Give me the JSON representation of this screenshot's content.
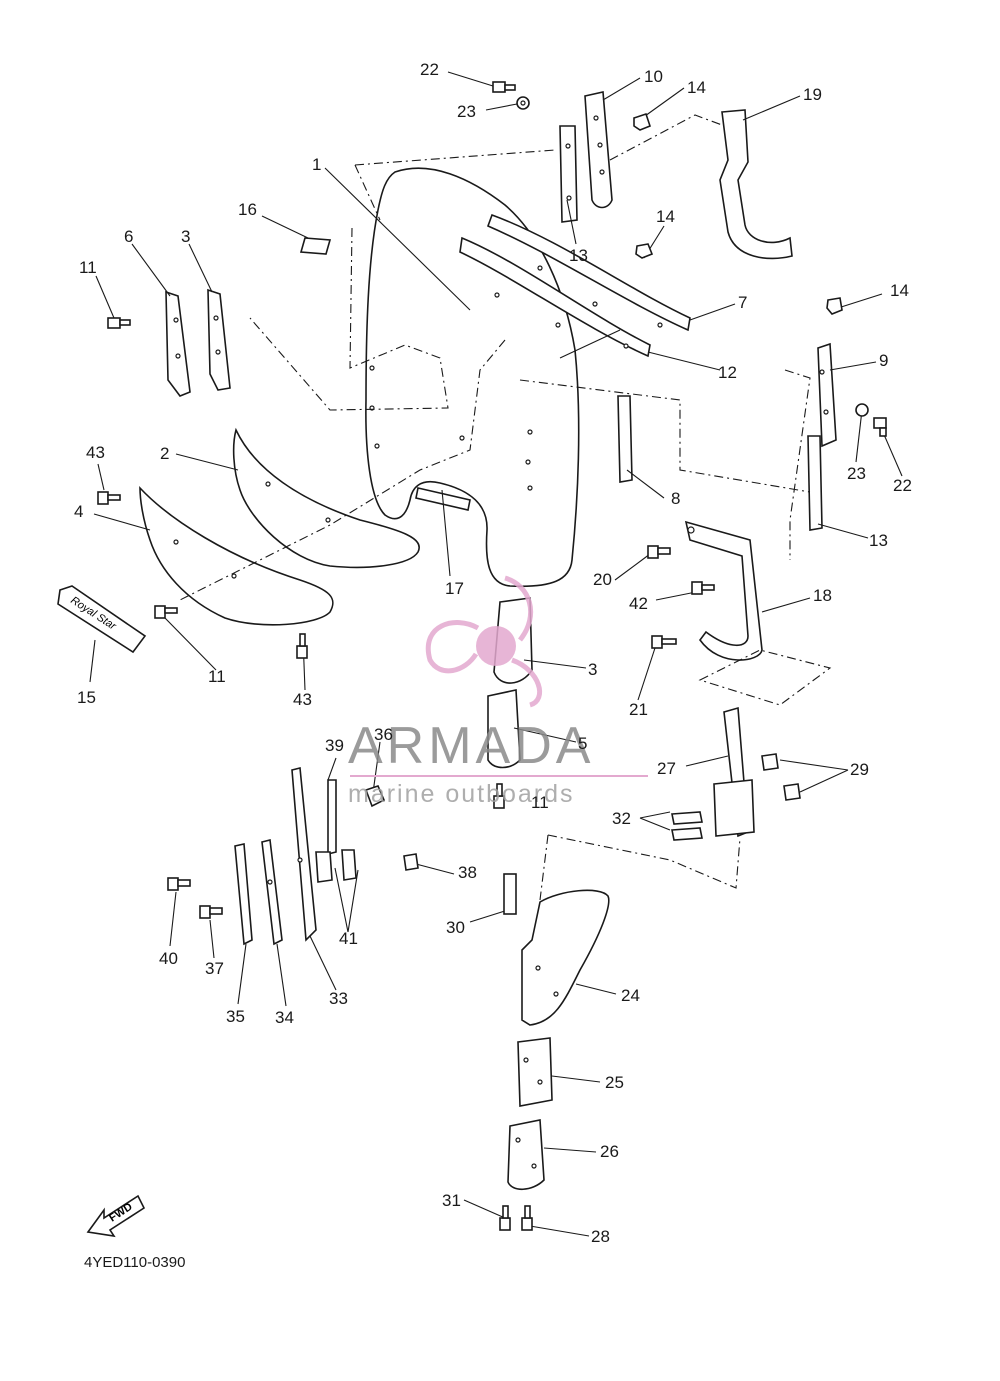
{
  "diagram_code": "4YED110-0390",
  "fwd_label": "FWD",
  "badge_text": "Royal Star",
  "watermark": {
    "title": "ARMADA",
    "subtitle": "marine outboards",
    "brand_color": "#e3a9cf"
  },
  "callouts": [
    {
      "id": "c22a",
      "text": "22"
    },
    {
      "id": "c23a",
      "text": "23"
    },
    {
      "id": "c10",
      "text": "10"
    },
    {
      "id": "c14a",
      "text": "14"
    },
    {
      "id": "c19",
      "text": "19"
    },
    {
      "id": "c1",
      "text": "1"
    },
    {
      "id": "c16",
      "text": "16"
    },
    {
      "id": "c13a",
      "text": "13"
    },
    {
      "id": "c14b",
      "text": "14"
    },
    {
      "id": "c6",
      "text": "6"
    },
    {
      "id": "c3a",
      "text": "3"
    },
    {
      "id": "c11a",
      "text": "11"
    },
    {
      "id": "c7",
      "text": "7"
    },
    {
      "id": "c14c",
      "text": "14"
    },
    {
      "id": "c9",
      "text": "9"
    },
    {
      "id": "c12",
      "text": "12"
    },
    {
      "id": "c43a",
      "text": "43"
    },
    {
      "id": "c2",
      "text": "2"
    },
    {
      "id": "c23b",
      "text": "23"
    },
    {
      "id": "c22b",
      "text": "22"
    },
    {
      "id": "c8",
      "text": "8"
    },
    {
      "id": "c4",
      "text": "4"
    },
    {
      "id": "c13b",
      "text": "13"
    },
    {
      "id": "c17",
      "text": "17"
    },
    {
      "id": "c20",
      "text": "20"
    },
    {
      "id": "c42",
      "text": "42"
    },
    {
      "id": "c18",
      "text": "18"
    },
    {
      "id": "c3b",
      "text": "3"
    },
    {
      "id": "c15",
      "text": "15"
    },
    {
      "id": "c11b",
      "text": "11"
    },
    {
      "id": "c43b",
      "text": "43"
    },
    {
      "id": "c21",
      "text": "21"
    },
    {
      "id": "c39",
      "text": "39"
    },
    {
      "id": "c36",
      "text": "36"
    },
    {
      "id": "c5",
      "text": "5"
    },
    {
      "id": "c27",
      "text": "27"
    },
    {
      "id": "c29",
      "text": "29"
    },
    {
      "id": "c11c",
      "text": "11"
    },
    {
      "id": "c32",
      "text": "32"
    },
    {
      "id": "c38",
      "text": "38"
    },
    {
      "id": "c41",
      "text": "41"
    },
    {
      "id": "c30",
      "text": "30"
    },
    {
      "id": "c40",
      "text": "40"
    },
    {
      "id": "c37",
      "text": "37"
    },
    {
      "id": "c24",
      "text": "24"
    },
    {
      "id": "c33",
      "text": "33"
    },
    {
      "id": "c35",
      "text": "35"
    },
    {
      "id": "c34",
      "text": "34"
    },
    {
      "id": "c25",
      "text": "25"
    },
    {
      "id": "c26",
      "text": "26"
    },
    {
      "id": "c31",
      "text": "31"
    },
    {
      "id": "c28",
      "text": "28"
    }
  ]
}
